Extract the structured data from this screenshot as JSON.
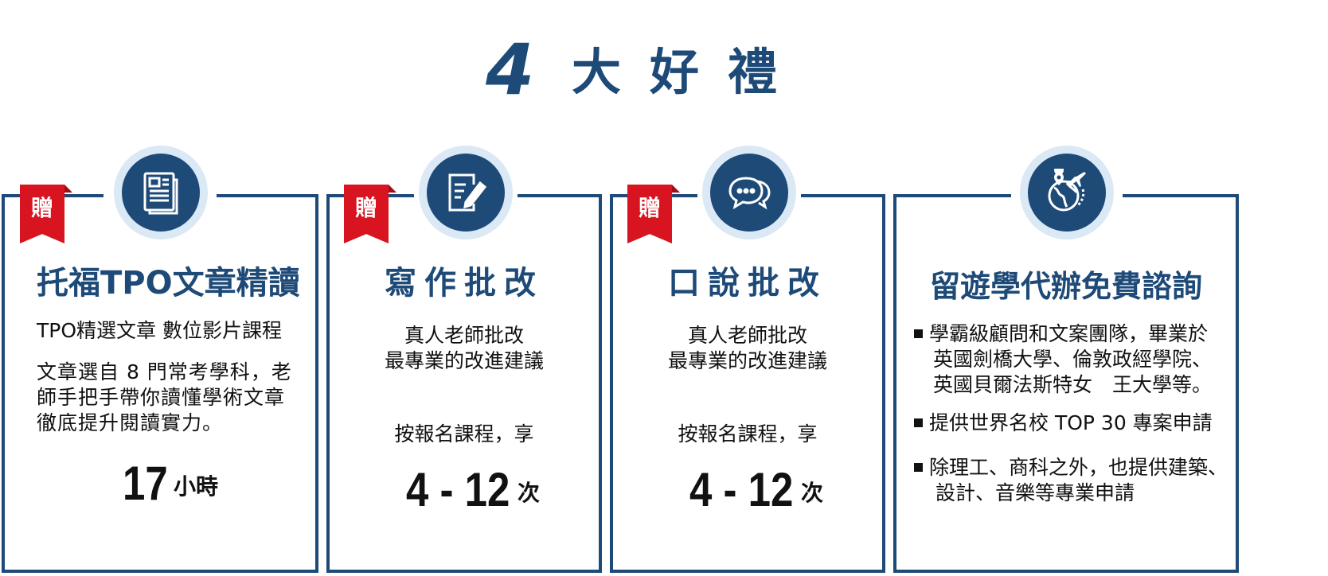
{
  "header": {
    "number": "4",
    "title": "大好禮"
  },
  "ribbon_label": "贈",
  "cards": [
    {
      "icon": "document-icon",
      "title": "托福TPO文章精讀",
      "subtitle": "TPO精選文章 數位影片課程",
      "desc": [
        "文章選自 8 門常考學科，老",
        "師手把手帶你讀懂學術文章",
        "徹底提升閱讀實力。"
      ],
      "amount": "17",
      "unit": "小時"
    },
    {
      "icon": "edit-document-icon",
      "title": "寫作批改",
      "desc": [
        "真人老師批改",
        "最專業的改進建議"
      ],
      "note": "按報名課程，享",
      "amount": "4 - 12",
      "unit": "次"
    },
    {
      "icon": "chat-bubbles-icon",
      "title": "口說批改",
      "desc": [
        "真人老師批改",
        "最專業的改進建議"
      ],
      "note": "按報名課程，享",
      "amount": "4 - 12",
      "unit": "次"
    },
    {
      "icon": "globe-plane-icon",
      "title": "留遊學代辦免費諮詢",
      "bullets": [
        [
          "學霸級顧問和文案團隊，畢業於",
          "英國劍橋大學、倫敦政經學院、",
          "英國貝爾法斯特女　王大學等。"
        ],
        [
          "提供世界名校 TOP 30 專案申請"
        ],
        [
          "除理工、商科之外，也提供建築、",
          "設計、音樂等專業申請"
        ]
      ]
    }
  ],
  "colors": {
    "navy": "#1e4a78",
    "ribbon": "#d7141f",
    "halo": "#dbe8f5"
  }
}
